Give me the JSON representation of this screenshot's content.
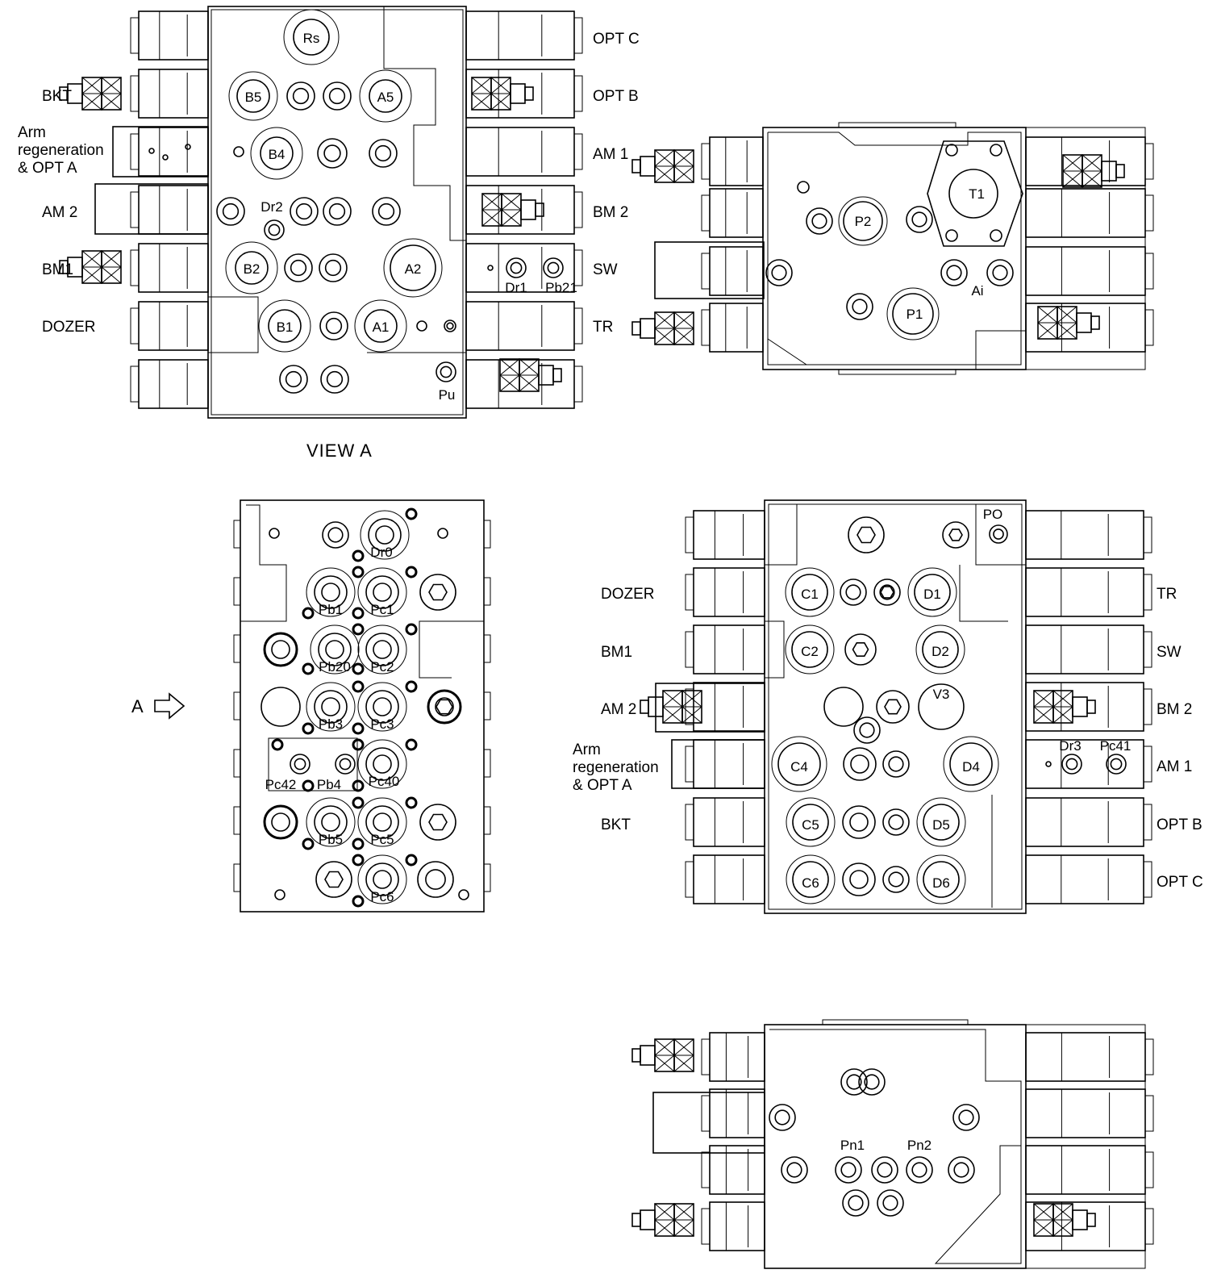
{
  "view_a": {
    "title": "VIEW  A",
    "left_labels": [
      "BKT",
      "Arm\nregeneration\n& OPT A",
      "AM 2",
      "BM1",
      "DOZER"
    ],
    "right_labels": [
      "OPT C",
      "OPT B",
      "AM 1",
      "BM 2",
      "SW",
      "TR"
    ],
    "ports": [
      "Rs",
      "B5",
      "A5",
      "B4",
      "Dr2",
      "B2",
      "A2",
      "B1",
      "A1",
      "Dr1",
      "Pb21",
      "Pu"
    ]
  },
  "top_right_view": {
    "ports": [
      "T1",
      "P2",
      "P1",
      "Ai"
    ]
  },
  "front_view": {
    "arrow_label": "A",
    "ports": [
      "Dr0",
      "Pb1",
      "Pc1",
      "Pb20",
      "Pc2",
      "Pb3",
      "Pc3",
      "Pc42",
      "Pb4",
      "Pc40",
      "Pb5",
      "Pc5",
      "Pc6"
    ]
  },
  "rear_view": {
    "left_labels": [
      "DOZER",
      "BM1",
      "AM 2",
      "Arm\nregeneration\n& OPT A",
      "BKT"
    ],
    "right_labels": [
      "TR",
      "SW",
      "BM 2",
      "AM 1",
      "OPT B",
      "OPT C"
    ],
    "ports": [
      "PO",
      "C1",
      "D1",
      "C2",
      "D2",
      "V3",
      "C4",
      "D4",
      "Dr3",
      "Pc41",
      "C5",
      "D5",
      "C6",
      "D6"
    ]
  },
  "bottom_view": {
    "ports": [
      "Pn1",
      "Pn2"
    ]
  }
}
